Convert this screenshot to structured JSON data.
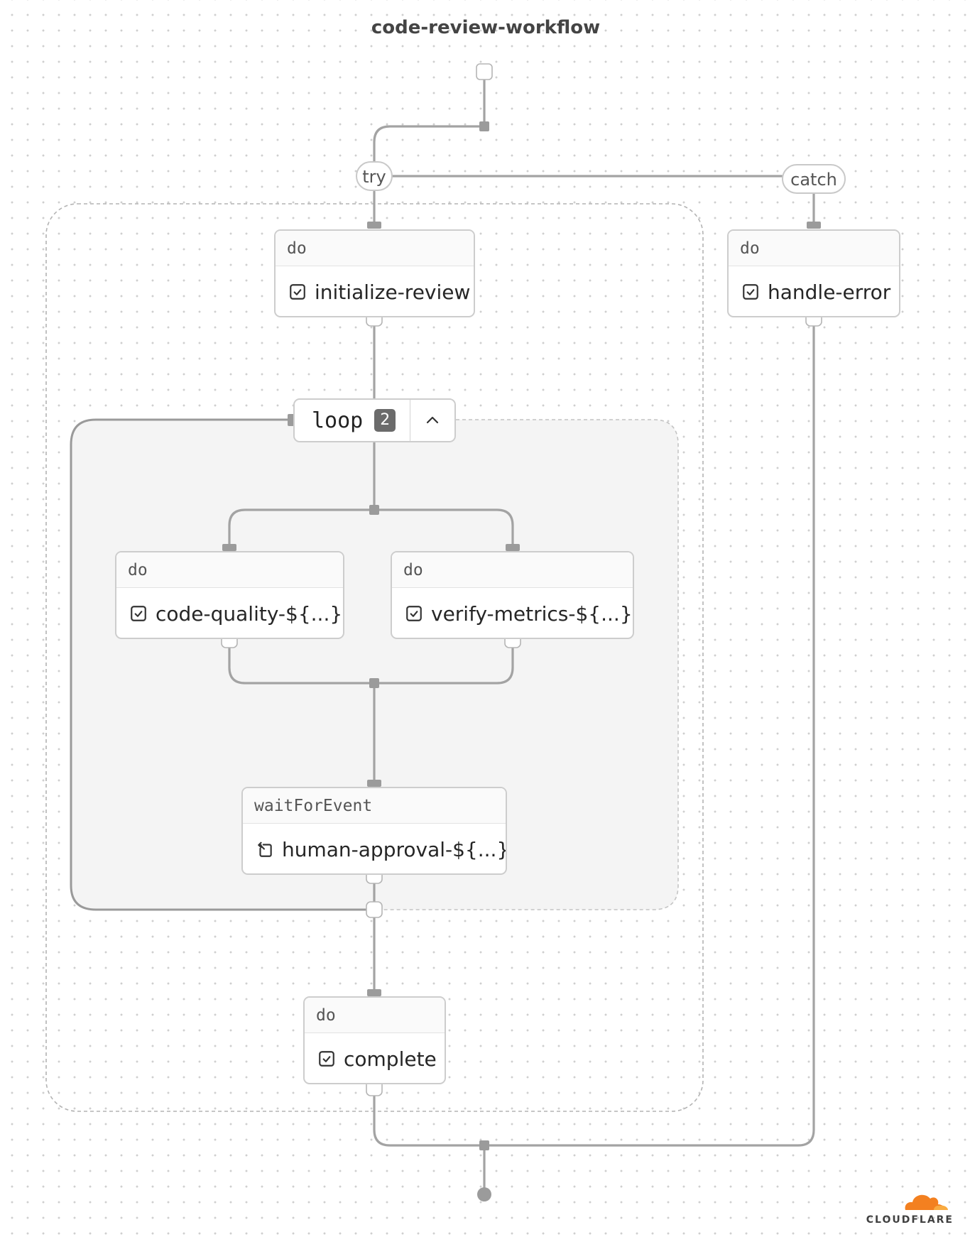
{
  "workflow": {
    "title": "code-review-workflow"
  },
  "branches": {
    "try_label": "try",
    "catch_label": "catch"
  },
  "loop": {
    "label": "loop",
    "count": "2",
    "collapse_icon": "chevron-up-icon"
  },
  "nodes": {
    "initialize": {
      "type": "do",
      "name": "initialize-review",
      "icon": "checkbox-icon"
    },
    "handle_error": {
      "type": "do",
      "name": "handle-error",
      "icon": "checkbox-icon"
    },
    "code_quality": {
      "type": "do",
      "name": "code-quality-${...}",
      "icon": "checkbox-icon"
    },
    "verify_metrics": {
      "type": "do",
      "name": "verify-metrics-${...}",
      "icon": "checkbox-icon"
    },
    "human_approval": {
      "type": "waitForEvent",
      "name": "human-approval-${...}",
      "icon": "wait-event-icon"
    },
    "complete": {
      "type": "do",
      "name": "complete",
      "icon": "checkbox-icon"
    }
  },
  "brand": {
    "name": "CLOUDFLARE",
    "color": "#f38020"
  },
  "colors": {
    "wire": "#a3a3a3",
    "node_border": "#cdcdcd",
    "loop_fill": "#f4f4f4"
  }
}
